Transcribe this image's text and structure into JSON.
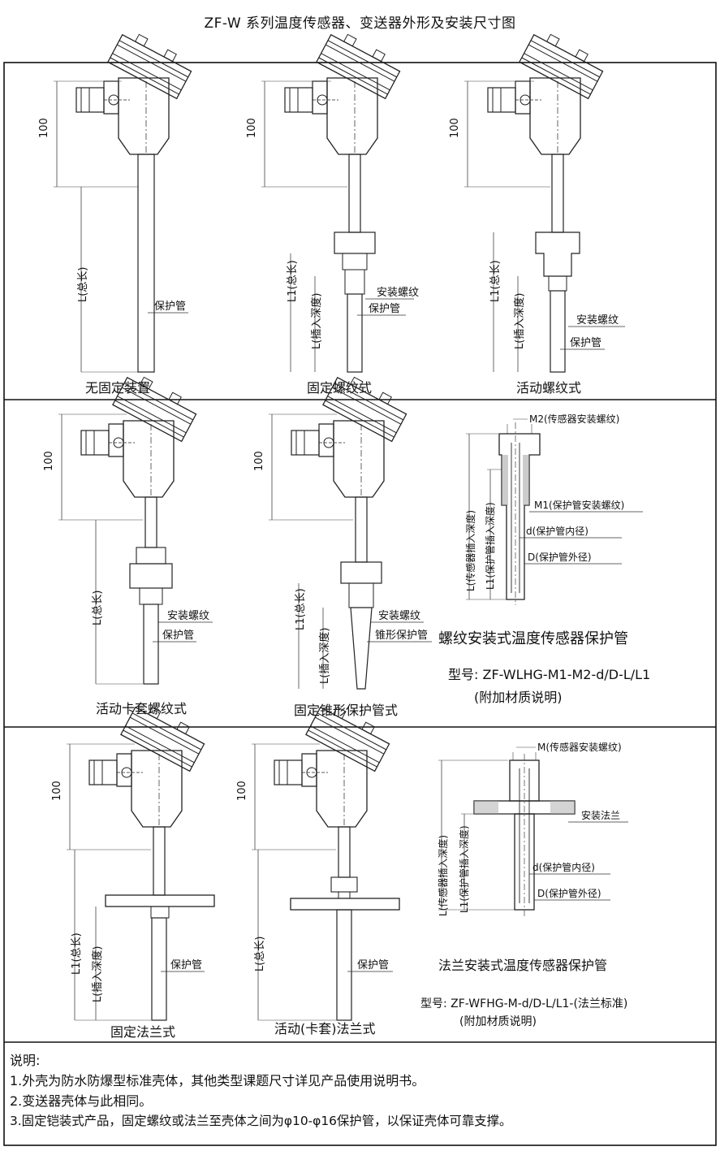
{
  "title": "ZF-W 系列温度传感器、变送器外形及安装尺寸图",
  "dim_100": "100",
  "row1": {
    "captions": [
      "无固定装置",
      "固定螺纹式",
      "活动螺纹式"
    ],
    "d1": {
      "L": "L(总长)",
      "tube": "保护管"
    },
    "d2": {
      "L1": "L1(总长)",
      "Lins": "L(插入深度)",
      "thread": "安装螺纹",
      "tube": "保护管"
    },
    "d3": {
      "L1": "L1(总长)",
      "Lins": "L(插入深度)",
      "thread": "安装螺纹",
      "tube": "保护管"
    }
  },
  "row2": {
    "captions": [
      "活动卡套螺纹式",
      "固定锥形保护管式"
    ],
    "d1": {
      "L": "L(总长)",
      "thread": "安装螺纹",
      "tube": "保护管"
    },
    "d2": {
      "L1": "L1(总长)",
      "Lins": "L(插入深度)",
      "thread": "安装螺纹",
      "tube": "锥形保护管"
    },
    "tw": {
      "m2": "M2(传感器安装螺纹)",
      "m1": "M1(保护管安装螺纹)",
      "d_in": "d(保护管内径)",
      "d_out": "D(保护管外径)",
      "L": "L(传感器插入深度)",
      "L1": "L1(保护管插入深度)"
    },
    "heading": "螺纹安装式温度传感器保护管",
    "model": "型号: ZF-WLHG-M1-M2-d/D-L/L1",
    "note": "(附加材质说明)"
  },
  "row3": {
    "captions": [
      "固定法兰式",
      "活动(卡套)法兰式"
    ],
    "d1": {
      "L1": "L1(总长)",
      "Lins": "L(插入深度)",
      "tube": "保护管"
    },
    "d2": {
      "L": "L(总长)",
      "tube": "保护管"
    },
    "tw": {
      "m": "M(传感器安装螺纹)",
      "flange": "安装法兰",
      "d_in": "d(保护管内径)",
      "d_out": "D(保护管外径)",
      "L": "L(传感器插入深度)",
      "L1": "L1(保护管插入深度)"
    },
    "heading": "法兰安装式温度传感器保护管",
    "model": "型号: ZF-WFHG-M-d/D-L/L1-(法兰标准)",
    "note": "(附加材质说明)"
  },
  "notes": {
    "heading": "说明:",
    "items": [
      "1.外壳为防水防爆型标准壳体，其他类型课题尺寸详见产品使用说明书。",
      "2.变送器壳体与此相同。",
      "3.固定铠装式产品，固定螺纹或法兰至壳体之间为φ10-φ16保护管，以保证壳体可靠支撑。"
    ]
  }
}
